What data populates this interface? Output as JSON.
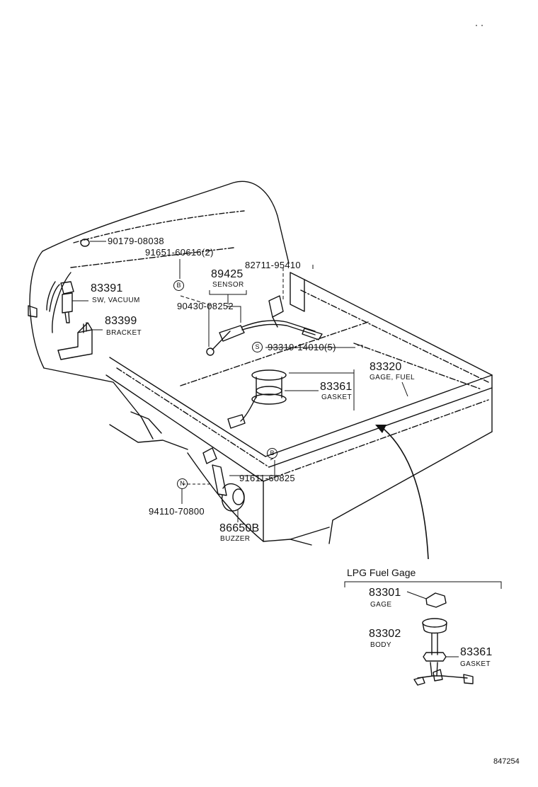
{
  "parts": {
    "p90179": {
      "number": "90179-08038"
    },
    "p91651": {
      "number": "91651-60616(2)"
    },
    "p82711": {
      "number": "82711-95410"
    },
    "p89425": {
      "number": "89425",
      "desc": "SENSOR"
    },
    "p83391": {
      "number": "83391",
      "desc": "SW, VACUUM"
    },
    "p90430": {
      "number": "90430-08252"
    },
    "p83399": {
      "number": "83399",
      "desc": "BRACKET"
    },
    "p93319": {
      "number": "93319-14010(5)"
    },
    "p83320": {
      "number": "83320",
      "desc": "GAGE, FUEL"
    },
    "p83361a": {
      "number": "83361",
      "desc": "GASKET"
    },
    "p91611": {
      "number": "91611-60825"
    },
    "p94110": {
      "number": "94110-70800"
    },
    "p86650B": {
      "number": "86650B",
      "desc": "BUZZER"
    }
  },
  "symbols": {
    "b": "B",
    "s": "S",
    "n": "N"
  },
  "lpg": {
    "title": "LPG Fuel Gage",
    "p83301": {
      "number": "83301",
      "desc": "GAGE"
    },
    "p83302": {
      "number": "83302",
      "desc": "BODY"
    },
    "p83361": {
      "number": "83361",
      "desc": "GASKET"
    }
  },
  "illustration_number": "847254"
}
